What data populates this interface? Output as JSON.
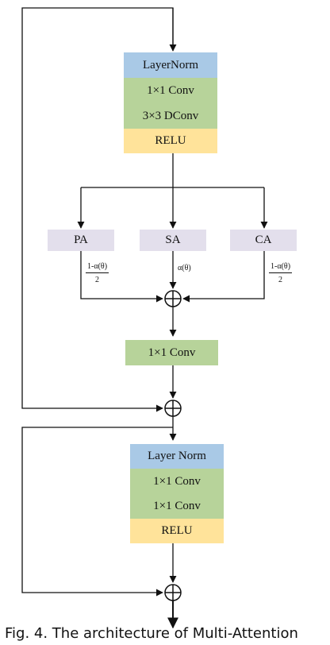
{
  "colors": {
    "layer_norm": "#a9c9e6",
    "conv": "#b7d39a",
    "relu": "#ffe39a",
    "attention": "#e3dfec",
    "line": "#111111"
  },
  "block1": {
    "layer_norm": "LayerNorm",
    "conv1": "1×1 Conv",
    "dconv": "3×3 DConv",
    "relu": "RELU"
  },
  "attention": {
    "pa": "PA",
    "sa": "SA",
    "ca": "CA",
    "pa_weight_num": "1-α(θ)",
    "pa_weight_den": "2",
    "sa_weight": "α(θ)",
    "ca_weight_num": "1-α(θ)",
    "ca_weight_den": "2"
  },
  "post_conv": "1×1 Conv",
  "block2": {
    "layer_norm": "Layer Norm",
    "conv1": "1×1 Conv",
    "conv2": "1×1 Conv",
    "relu": "RELU"
  },
  "caption": "Fig. 4. The architecture of Multi-Attention"
}
